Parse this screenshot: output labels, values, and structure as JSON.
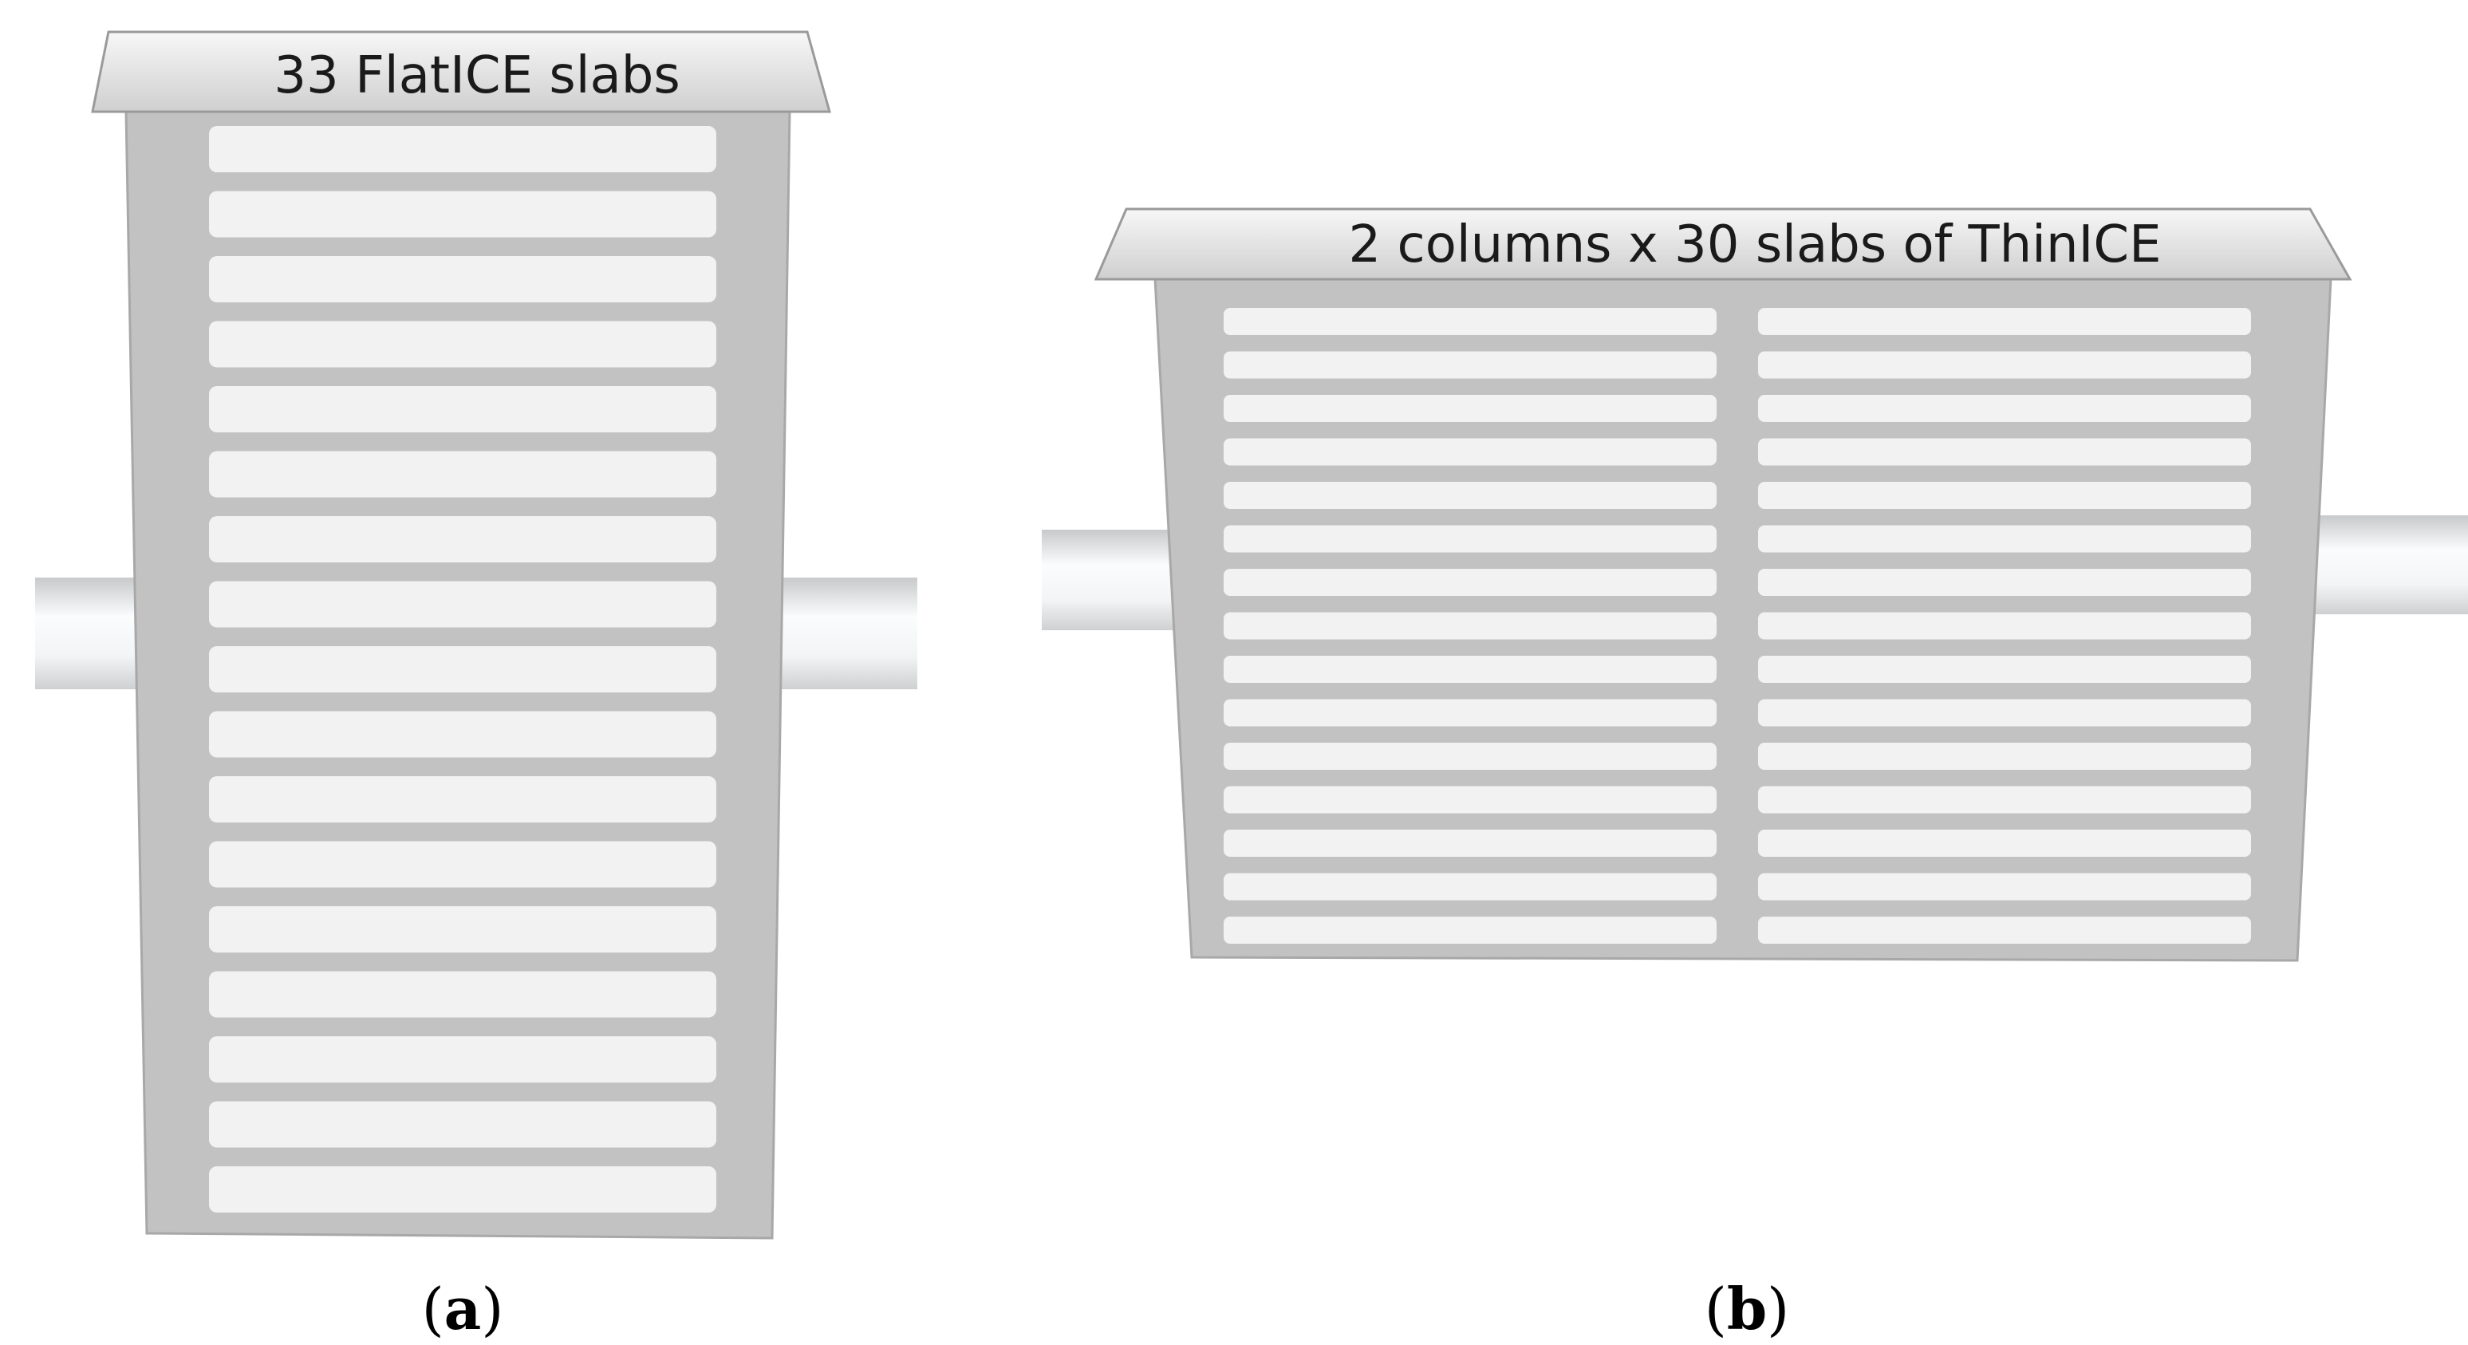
{
  "panels": [
    {
      "id": "a",
      "label_open": "(",
      "label_letter": "a",
      "label_close": ")",
      "lid_text": "33 FlatICE slabs",
      "columns": 1,
      "visible_slab_rows": 17
    },
    {
      "id": "b",
      "label_open": "(",
      "label_letter": "b",
      "label_close": ")",
      "lid_text": "2 columns x 30 slabs of ThinICE",
      "columns": 2,
      "visible_slab_rows": 15
    }
  ],
  "colors": {
    "tank_body": "#c2c2c2",
    "tank_border": "#a8a8a8",
    "slab": "#f2f2f2",
    "lid_light": "#f7f7f7",
    "lid_dark": "#cfcfcf",
    "pipe_light": "#fbfcfd",
    "pipe_dark": "#c8c9cb"
  }
}
